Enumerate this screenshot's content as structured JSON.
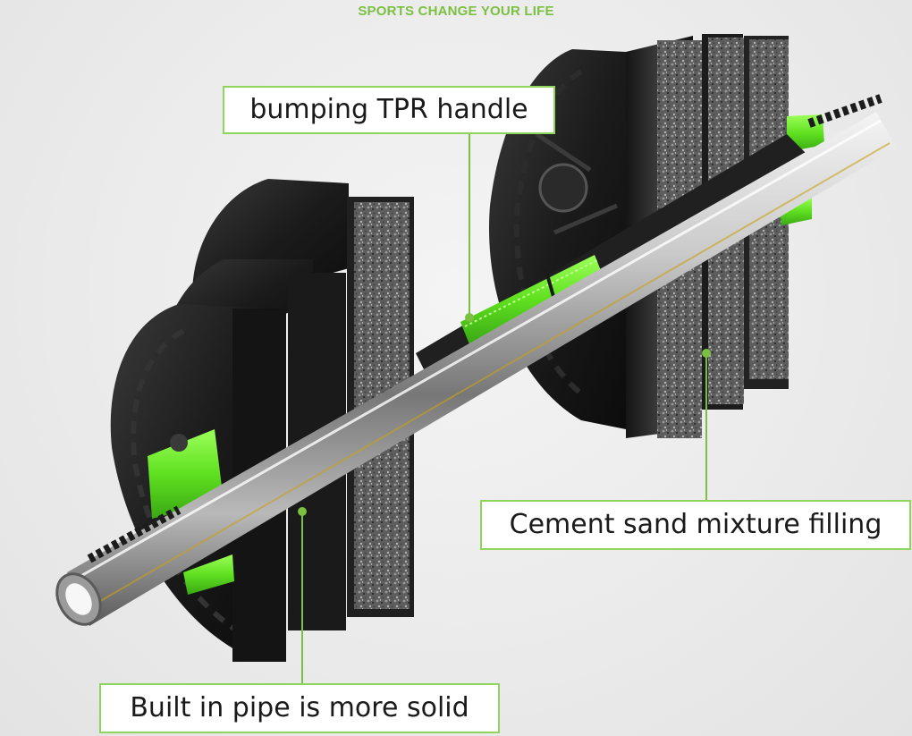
{
  "header": {
    "tagline": "SPORTS CHANGE YOUR LIFE"
  },
  "callouts": {
    "handle": "bumping TPR handle",
    "filling": "Cement sand mixture filling",
    "pipe": "Built in pipe is more solid"
  },
  "colors": {
    "accent_green": "#7cc043",
    "handle_green": "#66e22a",
    "callout_border": "#8fd45b",
    "callout_text": "#1a1a1a",
    "plate_black": "#1d1d1d",
    "pipe_silver": "#c9c9c9"
  }
}
